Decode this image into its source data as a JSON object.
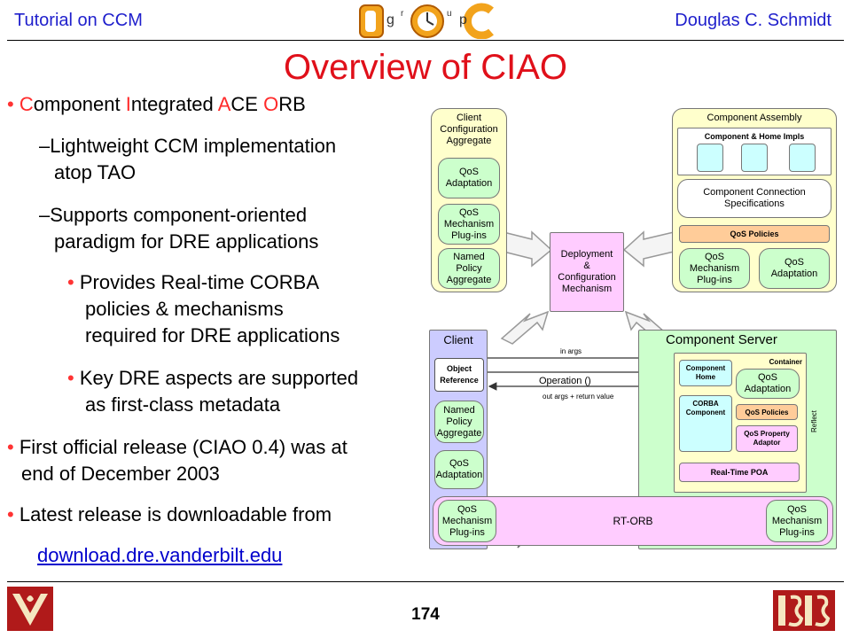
{
  "header": {
    "left": "Tutorial on CCM",
    "right": "Douglas C. Schmidt",
    "logo_letters": [
      "g",
      "r",
      "u",
      "p"
    ]
  },
  "title": "Overview of CIAO",
  "bullets": {
    "b1": {
      "c": "C",
      "w1": "omponent ",
      "i": "I",
      "w2": "ntegrated ",
      "a": "A",
      "w3": "CE ",
      "o": "O",
      "w4": "RB"
    },
    "s1": [
      "Lightweight CCM implementation",
      "atop TAO"
    ],
    "s2": [
      "Supports component-oriented",
      "paradigm for DRE applications"
    ],
    "t1": [
      "Provides Real-time CORBA",
      "policies & mechanisms",
      "required for DRE applications"
    ],
    "t2": [
      "Key DRE aspects are supported",
      "as first-class metadata"
    ],
    "b2": [
      "First official release (CIAO 0.4) was at",
      "end of December 2003"
    ],
    "b3": "Latest release is downloadable from",
    "link": "download.dre.vanderbilt.edu"
  },
  "diagram": {
    "client_cfg": {
      "title": [
        "Client",
        "Configuration",
        "Aggregate"
      ],
      "qos_adaptation": [
        "QoS",
        "Adaptation"
      ],
      "qos_mech": [
        "QoS",
        "Mechanism",
        "Plug-ins"
      ],
      "named_policy": [
        "Named",
        "Policy",
        "Aggregate"
      ]
    },
    "assembly": {
      "title": "Component Assembly",
      "impls": "Component & Home Impls",
      "conn_spec": [
        "Component Connection",
        "Specifications"
      ],
      "qos_policies": "QoS Policies",
      "qos_mech": [
        "QoS",
        "Mechanism",
        "Plug-ins"
      ],
      "qos_adaptation": [
        "QoS",
        "Adaptation"
      ]
    },
    "deploy": [
      "Deployment",
      "&",
      "Configuration",
      "Mechanism"
    ],
    "client": {
      "title": "Client",
      "obj_ref": [
        "Object",
        "Reference"
      ],
      "named_policy": [
        "Named",
        "Policy",
        "Aggregate"
      ],
      "qos_adaptation": [
        "QoS",
        "Adaptation"
      ],
      "qos_mech": [
        "QoS",
        "Mechanism",
        "Plug-ins"
      ]
    },
    "arrows": {
      "in_args": "in args",
      "operation": "Operation ()",
      "out_args": "out args + return value"
    },
    "server": {
      "title": "Component Server",
      "container": "Container",
      "comp_home": [
        "Component",
        "Home"
      ],
      "qos_adaptation": [
        "QoS",
        "Adaptation"
      ],
      "corba_comp": [
        "CORBA",
        "Component"
      ],
      "qos_policies": "QoS Policies",
      "qos_prop": [
        "QoS Property",
        "Adaptor"
      ],
      "reflect": "Reflect",
      "rt_poa": "Real-Time POA",
      "qos_mech": [
        "QoS",
        "Mechanism",
        "Plug-ins"
      ]
    },
    "rtorb": "RT-ORB"
  },
  "page_number": "174",
  "colors": {
    "header_blue": "#1f1fcc",
    "title_red": "#e0101a",
    "bullet_red": "#ff3333",
    "link_blue": "#0000cc"
  }
}
